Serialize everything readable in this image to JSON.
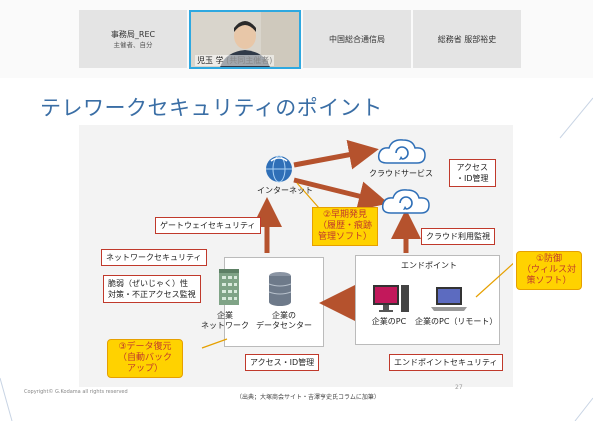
{
  "participants": [
    {
      "name": "事務局_REC",
      "subtitle": "主催者、自分"
    },
    {
      "name": "児玉 学",
      "subtitle": "(共同主催者)"
    },
    {
      "name": "中国総合通信局",
      "subtitle": ""
    },
    {
      "name": "総務省 服部裕史",
      "subtitle": ""
    }
  ],
  "slide": {
    "title": "テレワークセキュリティのポイント",
    "copyright": "Copyright© G.Kodama all rights reserved",
    "source": "（出典；大塚商会サイト・吉澤亨史氏コラムに加筆）",
    "page": "27"
  },
  "diagram": {
    "internet": "インターネット",
    "cloud_service": "クラウドサービス",
    "access_id_cloud": "アクセス\n・ID管理",
    "cloud_monitor": "クラウド利用監視",
    "gateway_security": "ゲートウェイセキュリティ",
    "network_security": "ネットワークセキュリティ",
    "vulnerability": "脆弱（ぜいじゃく）性\n対策・不正アクセス監視",
    "enterprise_network": "企業\nネットワーク",
    "datacenter": "企業の\nデータセンター",
    "endpoint": "エンドポイント",
    "pc_office": "企業のPC",
    "pc_remote": "企業のPC（リモート）",
    "access_id_dc": "アクセス・ID管理",
    "endpoint_security": "エンドポイントセキュリティ",
    "callout_defense": "①防御\n（ウィルス対\n策ソフト）",
    "callout_detection": "②早期発見\n（履歴・痕跡\n管理ソフト）",
    "callout_recovery": "③データ復元\n（自動バック\nアップ）"
  },
  "colors": {
    "title": "#3a6ea5",
    "arrow": "#b5522d",
    "callout_fill": "#ffd200",
    "callout_text": "#c0392b",
    "active_speaker_border": "#2ea8e0"
  }
}
